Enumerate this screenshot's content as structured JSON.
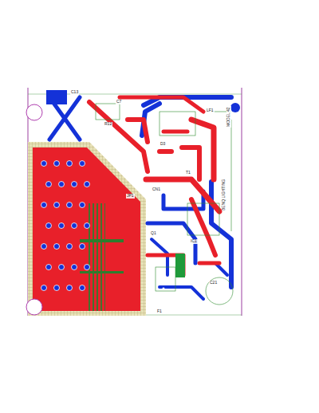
{
  "diagram": {
    "labels": [
      "C13",
      "LF1",
      "C7",
      "R12",
      "T1",
      "D3",
      "BENQ LIGHTING",
      "MODEL 42",
      "CN1",
      "Q1",
      "IC1",
      "F1",
      "JP1",
      "C21"
    ]
  }
}
